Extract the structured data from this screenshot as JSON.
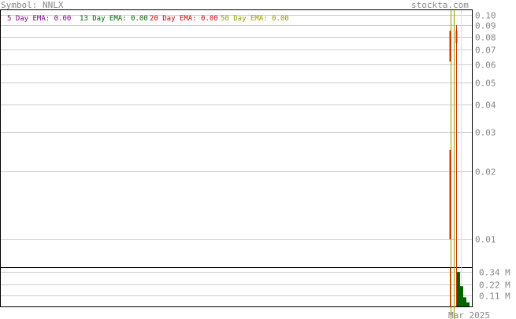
{
  "header": {
    "symbol_label": "Symbol: NNLX",
    "brand": "stockta.com"
  },
  "legend": [
    {
      "label": "5 Day EMA:",
      "value": "0.00",
      "color": "#800080"
    },
    {
      "label": "13 Day EMA:",
      "value": "0.00",
      "color": "#006400"
    },
    {
      "label": "20 Day EMA:",
      "value": "0.00",
      "color": "#cc0000"
    },
    {
      "label": "50 Day EMA:",
      "value": "0.00",
      "color": "#999900"
    }
  ],
  "colors": {
    "up_candle": "#cc3300",
    "volume_bar": "#006400",
    "ema_line": "#999900",
    "grid": "#cccccc"
  },
  "chart_data": [
    {
      "type": "candlestick",
      "scale": "log",
      "ylim": [
        0.0075,
        0.105
      ],
      "y_ticks": [
        0.1,
        0.09,
        0.08,
        0.07,
        0.06,
        0.05,
        0.04,
        0.03,
        0.02,
        0.01
      ],
      "y_tick_labels": [
        "0.10",
        "0.09",
        "0.08",
        "0.07",
        "0.06",
        "0.05",
        "0.04",
        "0.03",
        "0.02",
        "0.01"
      ],
      "candles": [
        {
          "open": 0.085,
          "close": 0.062,
          "high": 0.085,
          "low": 0.062
        },
        {
          "open": 0.025,
          "close": 0.01,
          "high": 0.025,
          "low": 0.01
        },
        {
          "open": 0.085,
          "close": 0.075,
          "high": 0.09,
          "low": 0.007
        }
      ],
      "x_label": "Mar 2025"
    },
    {
      "type": "bar",
      "title": "Volume",
      "ylim": [
        0,
        0.38
      ],
      "y_ticks": [
        0.34,
        0.22,
        0.11
      ],
      "y_tick_labels": [
        "0.34 M",
        "0.22 M",
        "0.11 M"
      ],
      "values": [
        0.34,
        0.2,
        0.09,
        0.04
      ]
    }
  ]
}
